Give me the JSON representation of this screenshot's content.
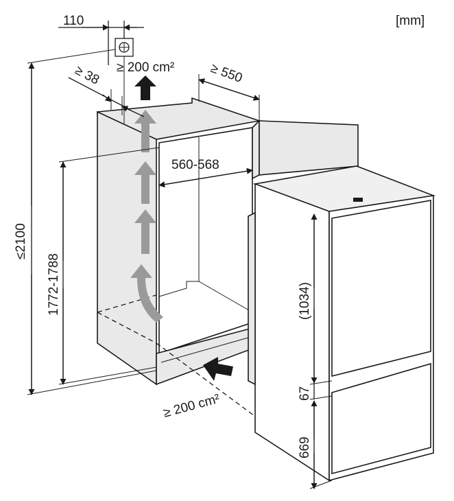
{
  "unit_label": "[mm]",
  "dimensions": {
    "vent_offset": "110",
    "vent_gap": "≥ 38",
    "vent_area_top": "≥ 200 cm²",
    "depth": "≥ 550",
    "niche_width": "560-568",
    "total_height": "≤2100",
    "niche_height": "1772-1788",
    "upper_door": "(1034)",
    "gap": "67",
    "lower_door": "669",
    "vent_area_bottom": "≥ 200 cm²"
  },
  "colors": {
    "cabinet_fill": "#e9e9e9",
    "arrow_gray": "#9a9a9a",
    "line": "#1a1a1a"
  }
}
